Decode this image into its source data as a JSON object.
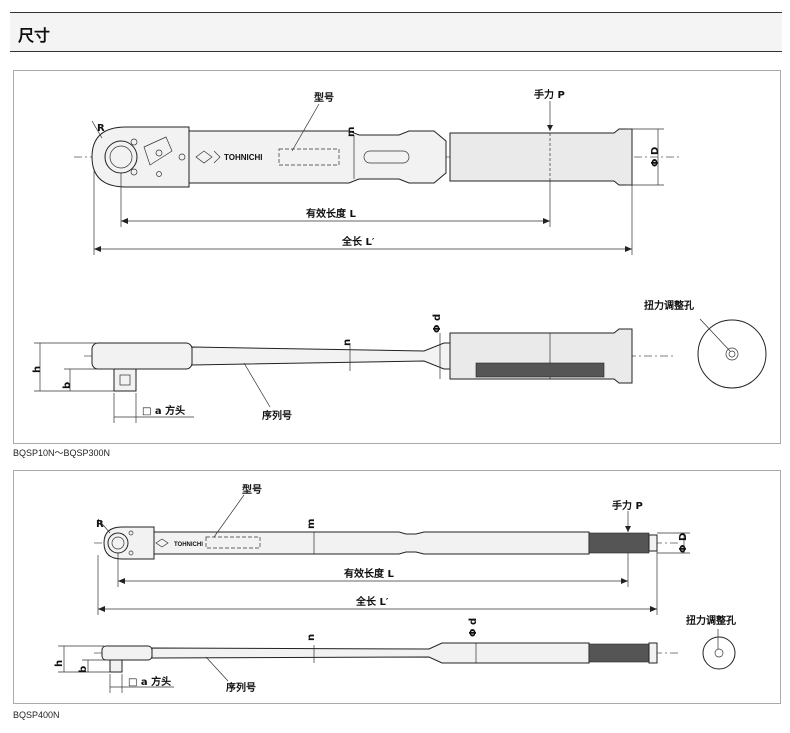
{
  "header": {
    "title": "尺寸"
  },
  "labels": {
    "model": "型号",
    "grip_point": "手力 P",
    "diameter_D": "Φ D",
    "effective_length": "有效长度 L",
    "total_length": "全长 L′",
    "adjust_hole": "扭力调整孔",
    "diameter_d": "Φ d",
    "serial": "序列号",
    "square_drive": "□ a  方头",
    "dim_R": "R",
    "dim_m": "m",
    "dim_n": "n",
    "dim_h": "h",
    "dim_b": "b"
  },
  "logo": {
    "brand": "TOHNICHI"
  },
  "captions": {
    "panel1": "BQSP10N～BQSP300N",
    "panel2": "BQSP400N"
  }
}
